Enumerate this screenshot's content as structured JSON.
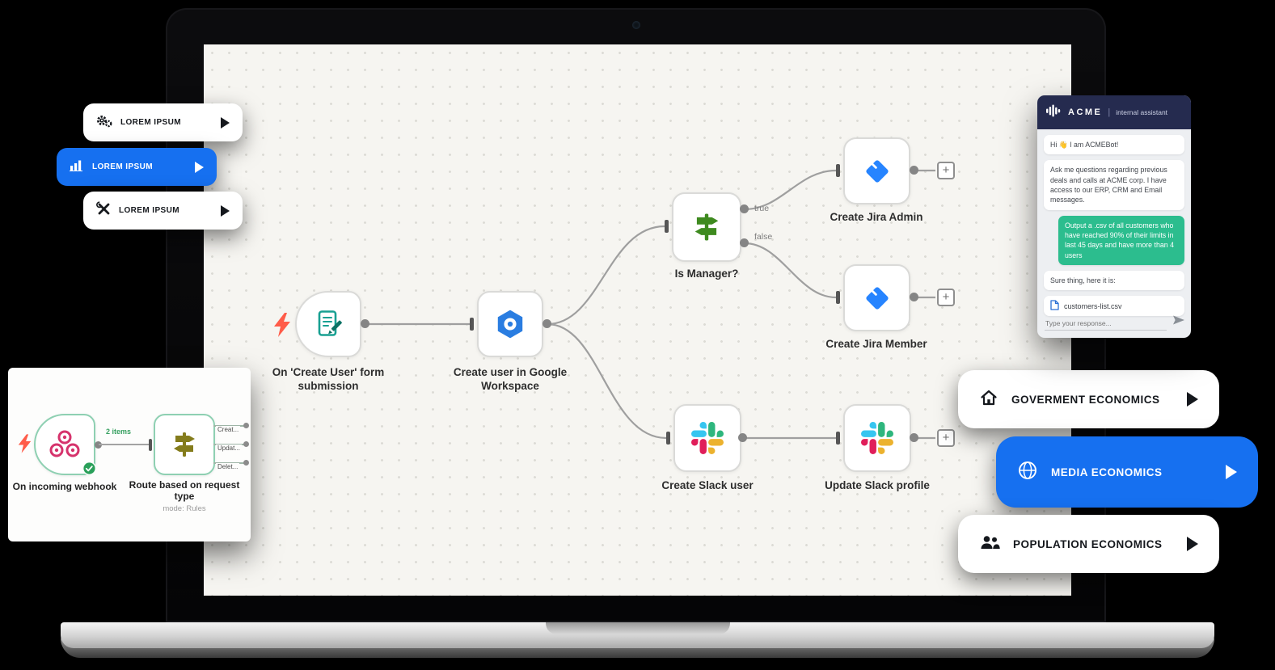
{
  "colors": {
    "accent_blue": "#1670f0",
    "bubble_green": "#2cbd8e",
    "webhook_pink": "#d6336c",
    "switch_green": "#3e8a1f",
    "route_olive": "#847c1c",
    "jira_blue": "#2684ff",
    "form_teal": "#18a092"
  },
  "canvas": {
    "nodes": {
      "form": {
        "label": "On 'Create User' form submission"
      },
      "google": {
        "label": "Create user in Google Workspace"
      },
      "manager": {
        "label": "Is Manager?",
        "true_label": "true",
        "false_label": "false"
      },
      "jira_admin": {
        "label": "Create Jira Admin"
      },
      "jira_member": {
        "label": "Create Jira Member"
      },
      "slack_user": {
        "label": "Create Slack user"
      },
      "slack_profile": {
        "label": "Update Slack profile"
      }
    },
    "plus_label": "+"
  },
  "overlay": {
    "webhook_label": "On incoming webhook",
    "items_label": "2 items",
    "route_label": "Route based on request type",
    "route_mode": "mode: Rules",
    "route_outputs": [
      "Creat...",
      "Updat...",
      "Delet..."
    ]
  },
  "left_pills": [
    {
      "label": "LOREM IPSUM",
      "icon": "gears-icon",
      "active": false
    },
    {
      "label": "LOREM IPSUM",
      "icon": "chart-icon",
      "active": true
    },
    {
      "label": "LOREM IPSUM",
      "icon": "tools-icon",
      "active": false
    }
  ],
  "right_pills": [
    {
      "label": "GOVERMENT ECONOMICS",
      "icon": "home-icon",
      "active": false
    },
    {
      "label": "MEDIA ECONOMICS",
      "icon": "globe-icon",
      "active": true
    },
    {
      "label": "POPULATION ECONOMICS",
      "icon": "people-icon",
      "active": false
    }
  ],
  "chat": {
    "brand": "ACME",
    "divider": "|",
    "subtitle": "internal assistant",
    "messages": [
      {
        "role": "bot",
        "text": "Hi 👋 I am ACMEBot!"
      },
      {
        "role": "bot",
        "text": "Ask me questions regarding previous deals and calls at ACME corp. I have access to our ERP, CRM and Email messages."
      },
      {
        "role": "user",
        "text": "Output a .csv of all customers who have reached 90% of their limits in last 45 days and have more than 4 users"
      },
      {
        "role": "bot",
        "text": "Sure thing, here it is:"
      }
    ],
    "file_name": "customers-list.csv",
    "input_placeholder": "Type your response..."
  }
}
